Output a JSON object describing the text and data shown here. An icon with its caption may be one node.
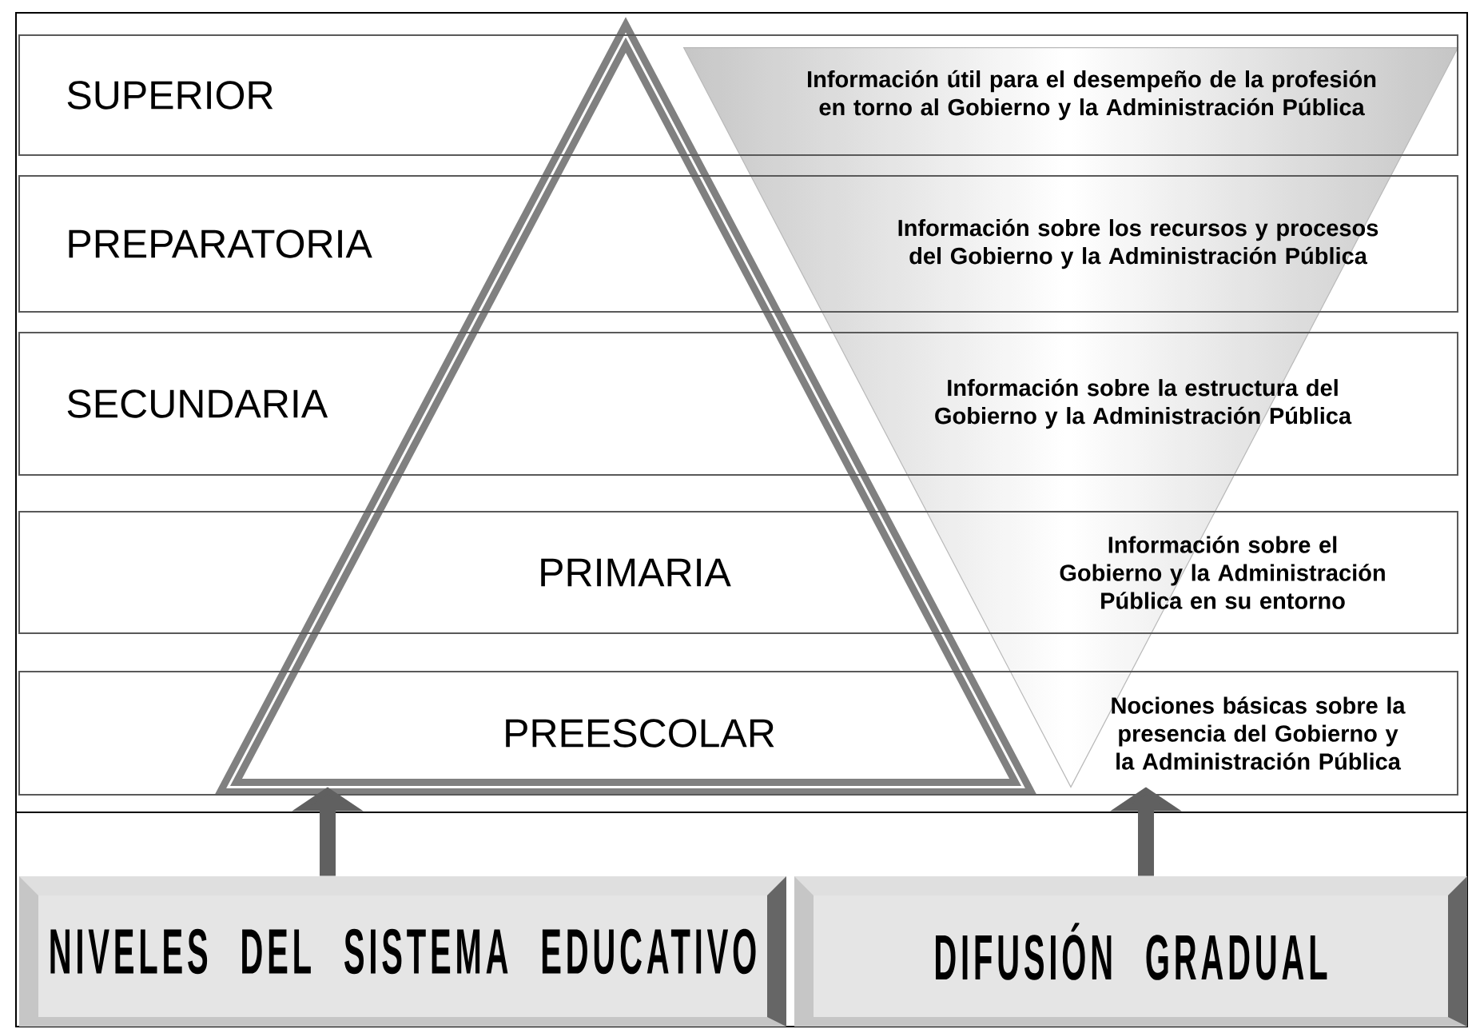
{
  "diagram": {
    "nodes": [
      {
        "text": [
          "SUPERIOR",
          "Información útil para el desempeño de la profesión en torno al Gobierno y la Administración Pública"
        ]
      },
      {
        "text": [
          "PREPARATORIA",
          "Información sobre los recursos y procesos del Gobierno y la Administración Pública"
        ]
      },
      {
        "text": [
          "SECUNDARIA",
          "Información sobre la estructura del Gobierno y la Administración Pública"
        ]
      },
      {
        "text": [
          "PRIMARIA",
          "Información sobre el Gobierno y la Administración Pública en su entorno"
        ]
      },
      {
        "text": [
          "PREESCOLAR",
          "Nociones básicas sobre la presencia del Gobierno y la Administración Pública"
        ]
      },
      {
        "text": [],
        "shape": "triangle"
      },
      {
        "text": [],
        "shape": "triangle"
      },
      {
        "text": [
          "NIVELES DEL SISTEMA EDUCATIVO"
        ]
      },
      {
        "text": [
          "DIFUSIÓN GRADUAL"
        ]
      }
    ],
    "edges": [
      {
        "from": 7,
        "to": 5,
        "arrow": "to"
      },
      {
        "from": 8,
        "to": 6,
        "arrow": "to"
      }
    ]
  }
}
